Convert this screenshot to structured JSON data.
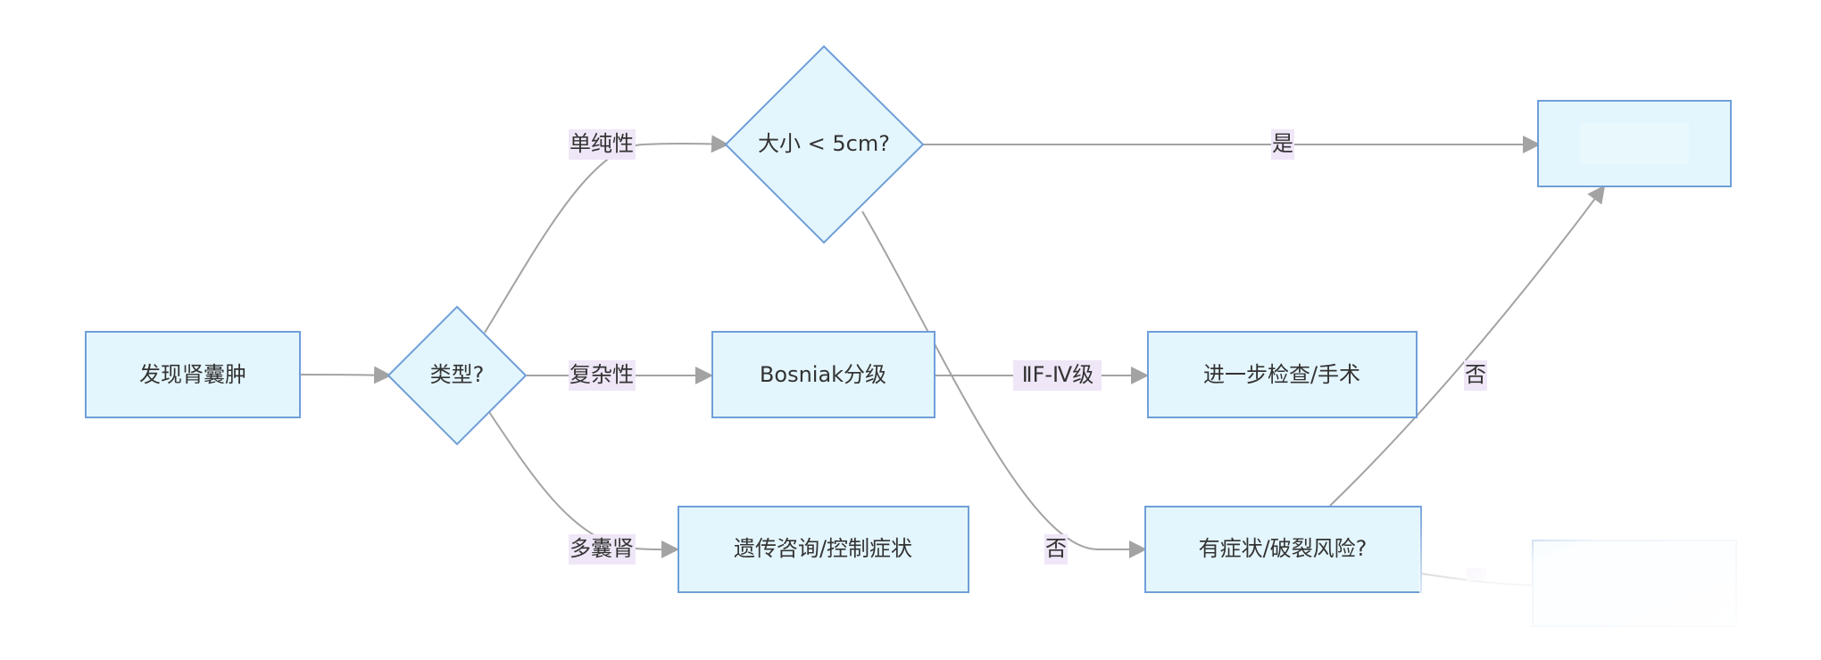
{
  "nodes": {
    "start": "发现肾囊肿",
    "type_decision": "类型?",
    "size_decision": "大小 < 5cm?",
    "bosniak": "Bosniak分级",
    "genetic": "遗传咨询/控制症状",
    "further": "进一步检查/手术",
    "symptom_decision": "有症状/破裂风险?",
    "top_right_box": "",
    "bottom_right_box": ""
  },
  "edges": {
    "simple": "单纯性",
    "complex": "复杂性",
    "polycystic": "多囊肾",
    "yes": "是",
    "grade": "ⅡF-Ⅳ级",
    "no_size": "否",
    "no_symptom": "否"
  },
  "colors": {
    "node_fill": "#e4f6fd",
    "node_stroke": "#6f9fd8",
    "edge": "#a3a3a3",
    "label_bg": "#efe6f7"
  }
}
